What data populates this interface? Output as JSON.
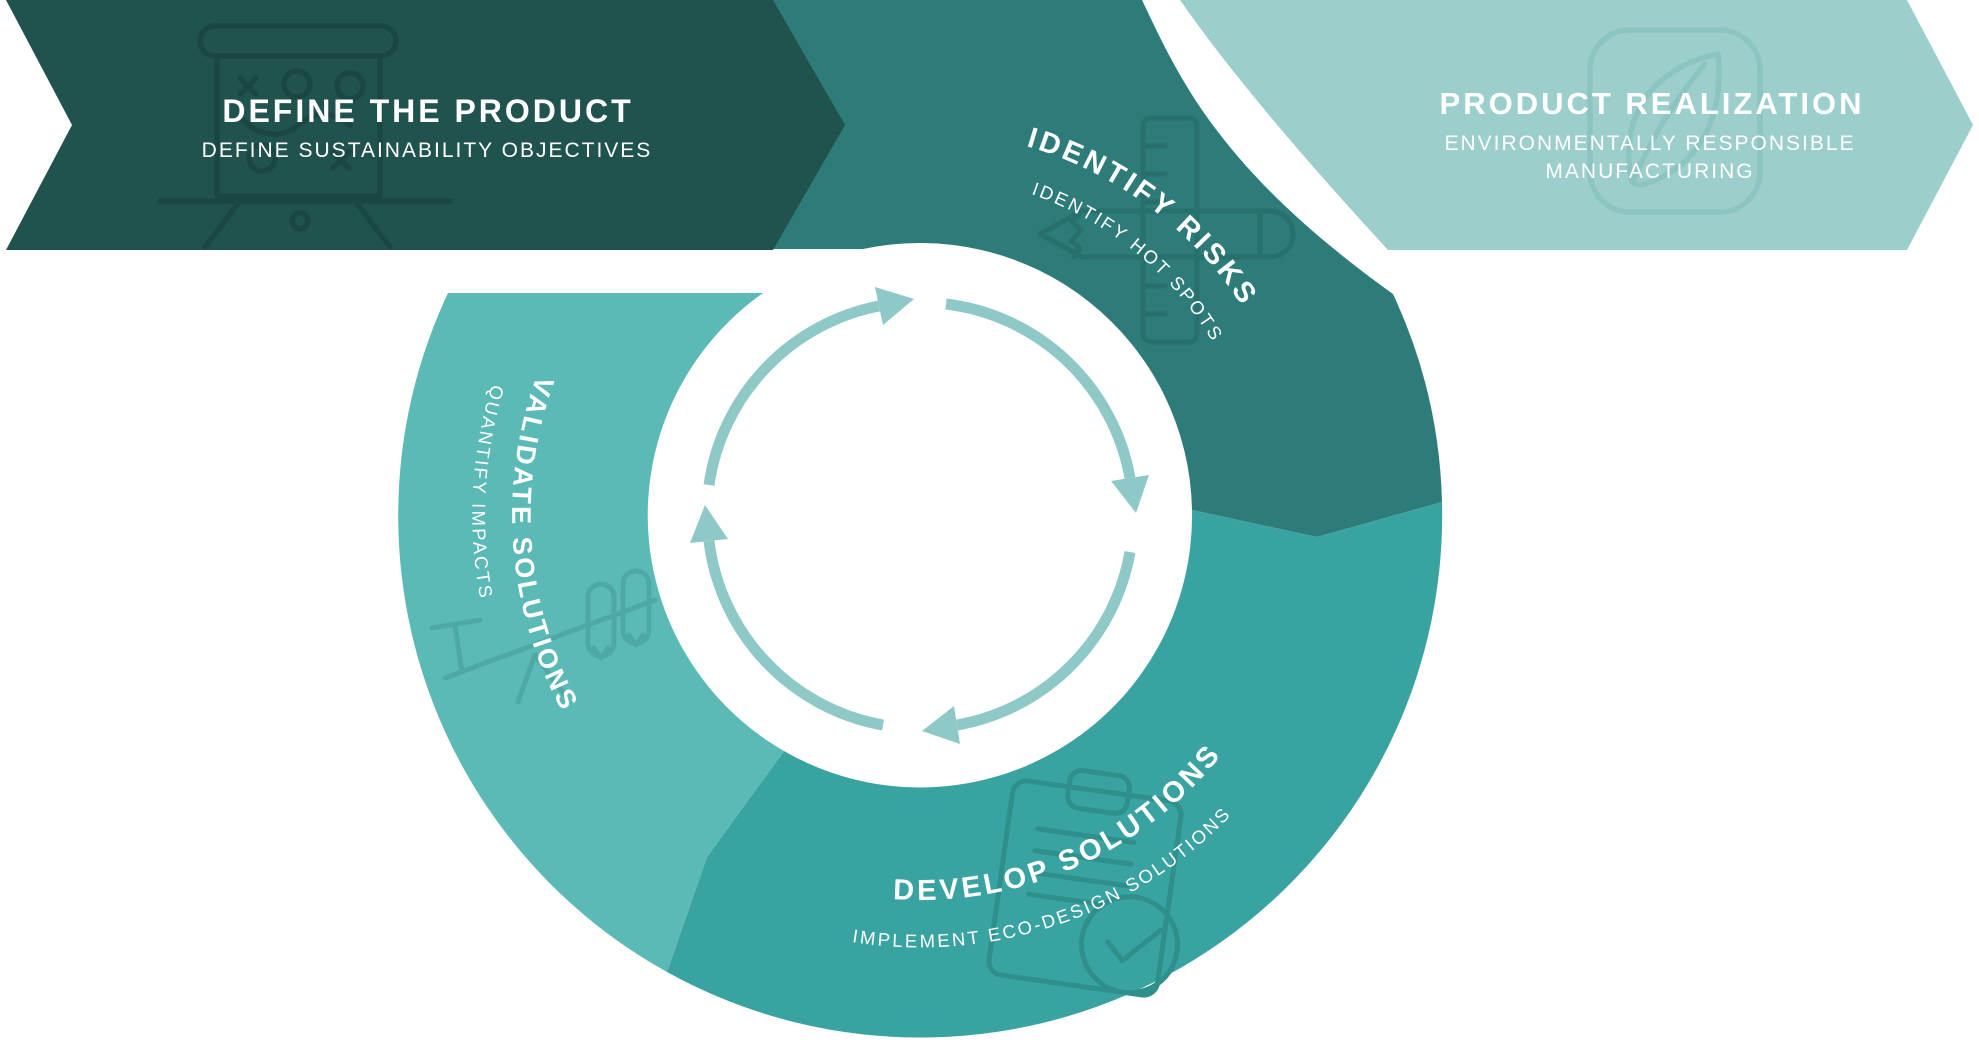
{
  "banners": {
    "left": {
      "title": "DEFINE THE PRODUCT",
      "subtitle": "DEFINE SUSTAINABILITY OBJECTIVES",
      "color": "#20534E",
      "icon": "presentation-board-icon"
    },
    "right": {
      "title": "PRODUCT REALIZATION",
      "subtitle_line1": "ENVIRONMENTALLY RESPONSIBLE",
      "subtitle_line2": "MANUFACTURING",
      "color": "#9CCECC",
      "icon": "leaf-icon"
    }
  },
  "cycle": {
    "segments": [
      {
        "id": "identify-risks",
        "title": "IDENTIFY RISKS",
        "subtitle": "IDENTIFY HOT SPOTS",
        "color": "#2E7C79",
        "icon": "pencil-ruler-icon"
      },
      {
        "id": "develop-solutions",
        "title": "DEVELOP SOLUTIONS",
        "subtitle": "IMPLEMENT ECO-DESIGN SOLUTIONS",
        "color": "#38A3A1",
        "icon": "clipboard-check-icon"
      },
      {
        "id": "validate-solutions",
        "title": "VALIDATE SOLUTIONS",
        "subtitle": "QUANTIFY IMPACTS",
        "color": "#5CBAB6",
        "icon": "balance-scale-icon"
      }
    ],
    "arrows_color": "#8FC9C7",
    "arrows_icon": "cycle-arrows-icon"
  },
  "colors": {
    "background": "#FFFFFF",
    "text": "#FFFFFF"
  }
}
